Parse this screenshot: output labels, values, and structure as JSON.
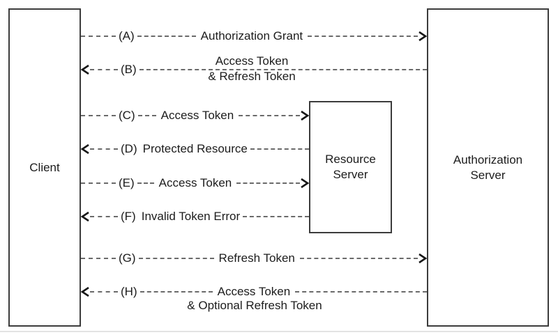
{
  "nodes": {
    "client": {
      "label": "Client"
    },
    "resource_server": {
      "label_line1": "Resource",
      "label_line2": "Server"
    },
    "authorization_server": {
      "label_line1": "Authorization",
      "label_line2": "Server"
    }
  },
  "arrows": [
    {
      "step": "(A)",
      "label": "Authorization Grant",
      "direction": "right",
      "from": "client",
      "to": "authorization_server"
    },
    {
      "step": "(B)",
      "label_line1": "Access Token",
      "label_line2": "& Refresh Token",
      "direction": "left",
      "from": "authorization_server",
      "to": "client"
    },
    {
      "step": "(C)",
      "label": "Access Token",
      "direction": "right",
      "from": "client",
      "to": "resource_server"
    },
    {
      "step": "(D)",
      "label": "Protected Resource",
      "direction": "left",
      "from": "resource_server",
      "to": "client"
    },
    {
      "step": "(E)",
      "label": "Access Token",
      "direction": "right",
      "from": "client",
      "to": "resource_server"
    },
    {
      "step": "(F)",
      "label": "Invalid Token Error",
      "direction": "left",
      "from": "resource_server",
      "to": "client"
    },
    {
      "step": "(G)",
      "label": "Refresh Token",
      "direction": "right",
      "from": "client",
      "to": "authorization_server"
    },
    {
      "step": "(H)",
      "label_line1": "Access Token",
      "label_line2": "& Optional Refresh Token",
      "direction": "left",
      "from": "authorization_server",
      "to": "client"
    }
  ],
  "colors": {
    "background": "#ffffff",
    "line": "#6a6a6a",
    "arrowhead": "#161616",
    "box_border": "#3c3c3c",
    "text": "#1c1c1c",
    "page_rule": "#e3e3e3"
  }
}
